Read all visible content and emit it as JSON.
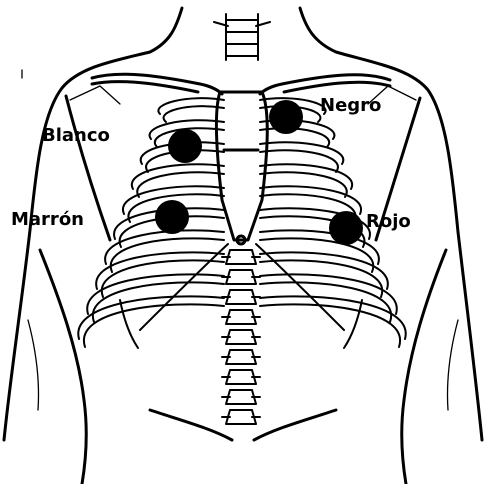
{
  "electrodes": [
    {
      "id": "negro",
      "label": "Negro"
    },
    {
      "id": "blanco",
      "label": "Blanco"
    },
    {
      "id": "marron",
      "label": "Marrón"
    },
    {
      "id": "rojo",
      "label": "Rojo"
    }
  ],
  "colors": {
    "ink": "#000000",
    "background": "#ffffff"
  }
}
